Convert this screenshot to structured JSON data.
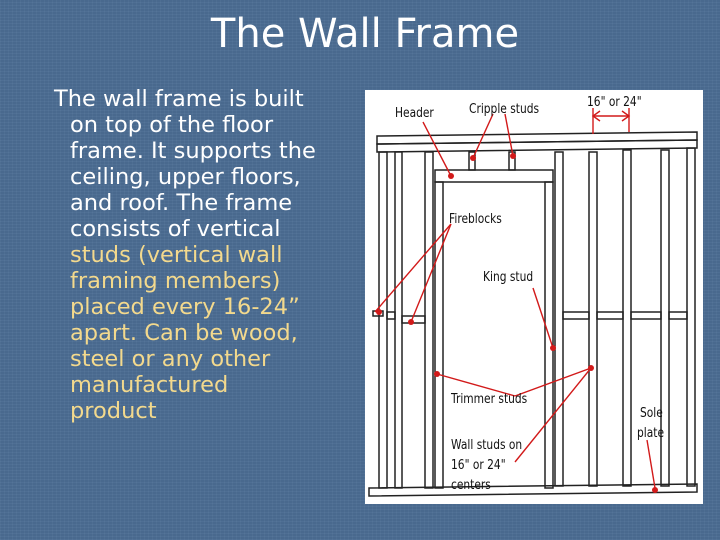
{
  "slide": {
    "title": "The Wall Frame",
    "body_lines": [
      {
        "text": "The wall frame is built",
        "style": "normal"
      },
      {
        "text": "on top of the floor",
        "style": "normal"
      },
      {
        "text": "frame. It supports the",
        "style": "normal"
      },
      {
        "text": "ceiling, upper floors,",
        "style": "normal"
      },
      {
        "text": "and roof. The frame",
        "style": "normal"
      },
      {
        "text": "consists of vertical",
        "style": "normal"
      },
      {
        "text": "studs (vertical wall",
        "style": "highlight"
      },
      {
        "text": "framing members)",
        "style": "highlight"
      },
      {
        "text": "placed every 16-24”",
        "style": "highlight"
      },
      {
        "text": "apart. Can be wood,",
        "style": "highlight"
      },
      {
        "text": "steel or any other",
        "style": "highlight"
      },
      {
        "text": "manufactured",
        "style": "highlight"
      },
      {
        "text": "product",
        "style": "highlight"
      }
    ]
  },
  "colors": {
    "background": "#4c6e94",
    "title_text": "#ffffff",
    "body_text": "#ffffff",
    "highlight_text": "#f3d98d",
    "figure_background": "#ffffff",
    "callout_color": "#d21a1a"
  },
  "diagram": {
    "labels": {
      "header": "Header",
      "cripple_studs": "Cripple studs",
      "spacing": "16\" or 24\"",
      "fireblocks": "Fireblocks",
      "king_stud": "King stud",
      "trimmer_studs": "Trimmer studs",
      "sole_plate_1": "Sole",
      "sole_plate_2": "plate",
      "wall_studs_1": "Wall studs on",
      "wall_studs_2": "16\" or 24\"",
      "wall_studs_3": "centers"
    }
  }
}
